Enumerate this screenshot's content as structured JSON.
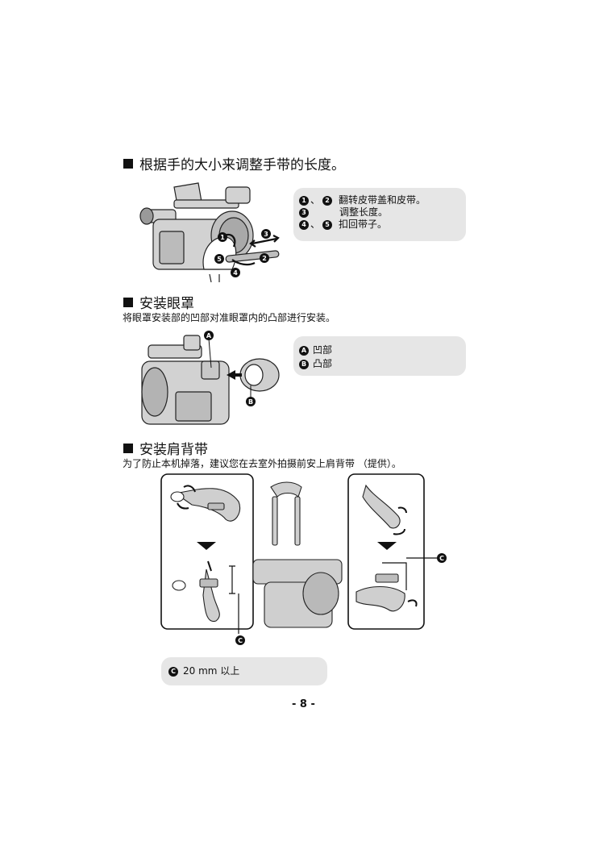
{
  "sections": [
    {
      "title": "根据手的大小来调整手带的长度。",
      "notes": [
        {
          "badges": [
            "1",
            "2"
          ],
          "text": "翻转皮带盖和皮带。"
        },
        {
          "badges": [
            "3"
          ],
          "text": "调整长度。"
        },
        {
          "badges": [
            "4",
            "5"
          ],
          "text": "扣回带子。"
        }
      ]
    },
    {
      "title": "安装眼罩",
      "description": "将眼罩安装部的凹部对准眼罩内的凸部进行安装。",
      "notes": [
        {
          "badges": [
            "A"
          ],
          "text": "凹部"
        },
        {
          "badges": [
            "B"
          ],
          "text": "凸部"
        }
      ]
    },
    {
      "title": "安装肩背带",
      "description": "为了防止本机掉落，建议您在去室外拍摄前安上肩背带 （提供）。",
      "notes": [
        {
          "badges": [
            "C"
          ],
          "text": "20 mm 以上"
        }
      ]
    }
  ],
  "separator": "、",
  "callouts": {
    "grip": [
      "1",
      "2",
      "3",
      "4",
      "5"
    ],
    "eyecup": [
      "A",
      "B"
    ],
    "strap": [
      "C",
      "C"
    ]
  },
  "page_number": "- 8 -"
}
